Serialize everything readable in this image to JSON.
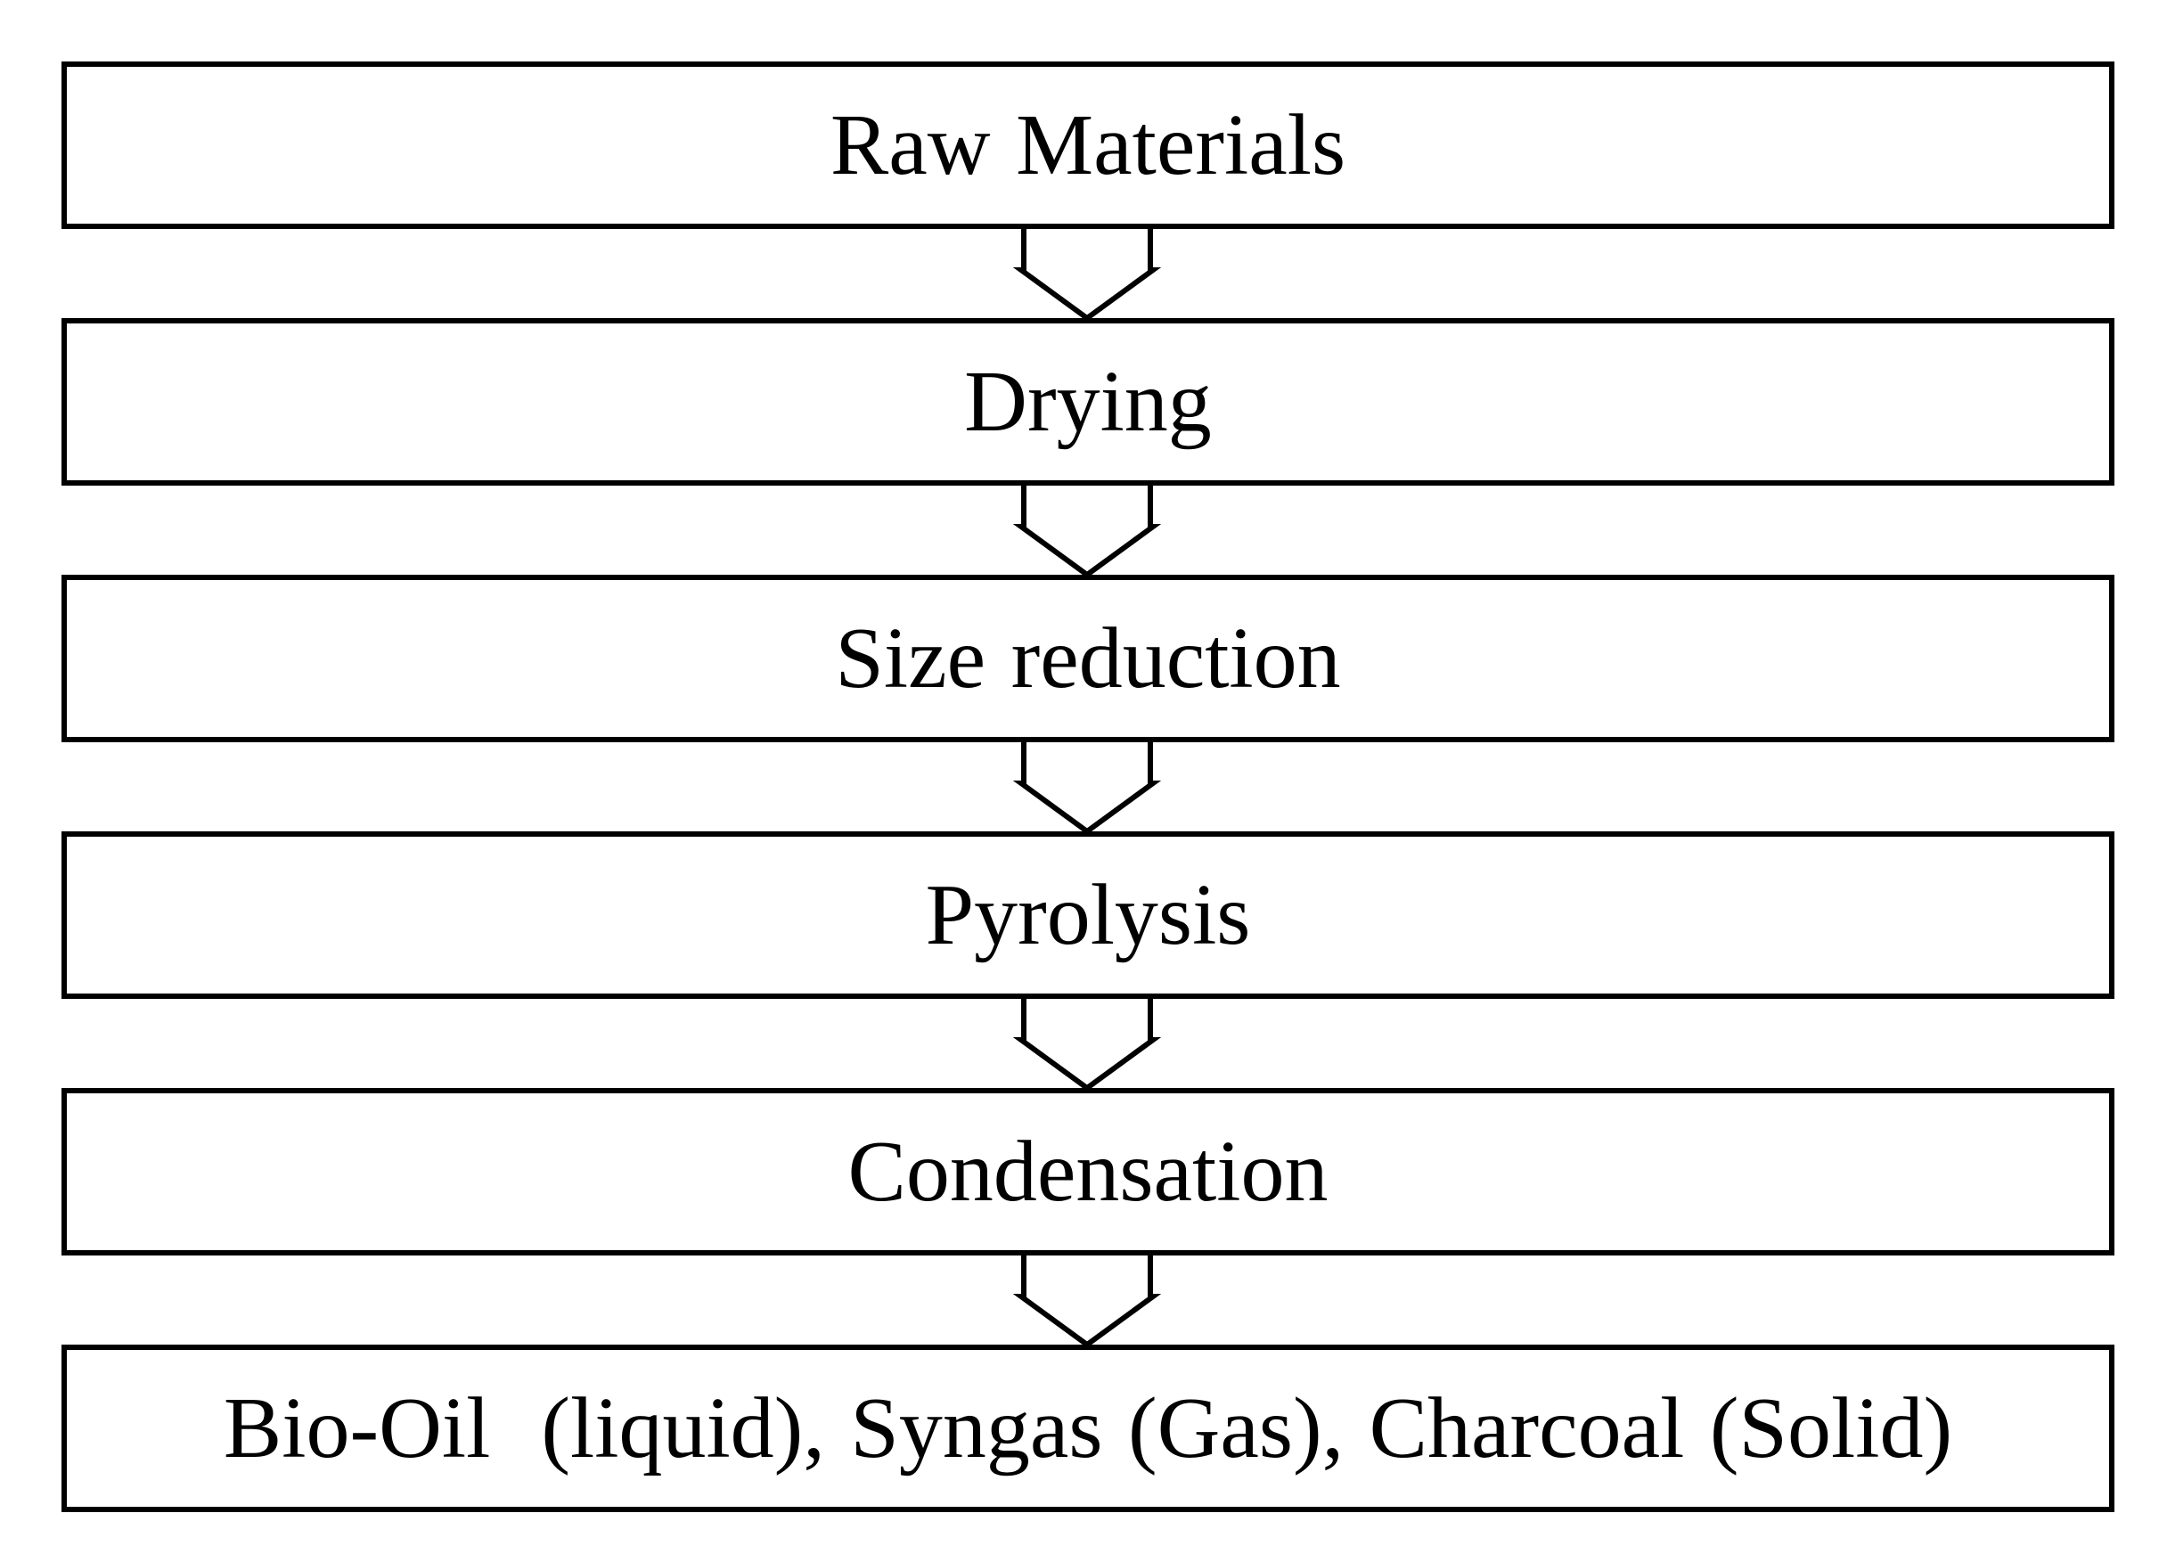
{
  "diagram": {
    "type": "vertical-flowchart",
    "connector": "hollow-down-arrow",
    "steps": [
      {
        "label": "Raw Materials"
      },
      {
        "label": "Drying"
      },
      {
        "label": "Size reduction"
      },
      {
        "label": "Pyrolysis"
      },
      {
        "label": "Condensation"
      },
      {
        "label": "Bio-Oil  (liquid), Syngas (Gas), Charcoal (Solid)"
      }
    ]
  },
  "colors": {
    "stroke": "#000000",
    "fill": "#ffffff",
    "text": "#000000"
  }
}
